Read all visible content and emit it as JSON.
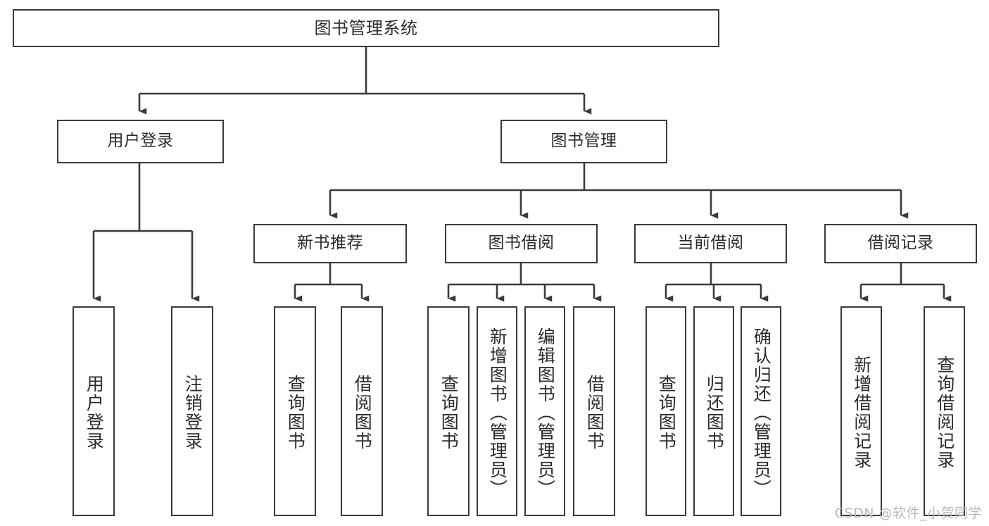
{
  "diagram": {
    "type": "hierarchy-tree",
    "title": "图书管理系统",
    "watermark": "CSDN @软件_小贺同学",
    "nodes": {
      "root": {
        "label": "图书管理系统"
      },
      "level2": [
        {
          "id": "user-login",
          "label": "用户登录"
        },
        {
          "id": "book-management",
          "label": "图书管理"
        }
      ],
      "level3": [
        {
          "id": "new-book-recommend",
          "label": "新书推荐"
        },
        {
          "id": "book-borrow",
          "label": "图书借阅"
        },
        {
          "id": "current-borrow",
          "label": "当前借阅"
        },
        {
          "id": "borrow-record",
          "label": "借阅记录"
        }
      ],
      "leaves": [
        {
          "id": "leaf-user-login",
          "parent": "user-login",
          "label": "用户登录"
        },
        {
          "id": "leaf-logout-login",
          "parent": "user-login",
          "label": "注销登录"
        },
        {
          "id": "leaf-query-book-1",
          "parent": "new-book-recommend",
          "label": "查询图书"
        },
        {
          "id": "leaf-borrow-book-1",
          "parent": "new-book-recommend",
          "label": "借阅图书"
        },
        {
          "id": "leaf-query-book-2",
          "parent": "book-borrow",
          "label": "查询图书"
        },
        {
          "id": "leaf-add-book",
          "parent": "book-borrow",
          "label": "新增图书（管理员）"
        },
        {
          "id": "leaf-edit-book",
          "parent": "book-borrow",
          "label": "编辑图书（管理员）"
        },
        {
          "id": "leaf-borrow-book-2",
          "parent": "book-borrow",
          "label": "借阅图书"
        },
        {
          "id": "leaf-query-book-3",
          "parent": "current-borrow",
          "label": "查询图书"
        },
        {
          "id": "leaf-return-book",
          "parent": "current-borrow",
          "label": "归还图书"
        },
        {
          "id": "leaf-confirm-return",
          "parent": "current-borrow",
          "label": "确认归还（管理员）"
        },
        {
          "id": "leaf-add-record",
          "parent": "borrow-record",
          "label": "新增借阅记录"
        },
        {
          "id": "leaf-query-record",
          "parent": "borrow-record",
          "label": "查询借阅记录"
        }
      ]
    },
    "colors": {
      "stroke": "#3a3a3a",
      "text": "#2b2b2b",
      "background": "#ffffff",
      "watermark": "#b9b9b9"
    }
  }
}
